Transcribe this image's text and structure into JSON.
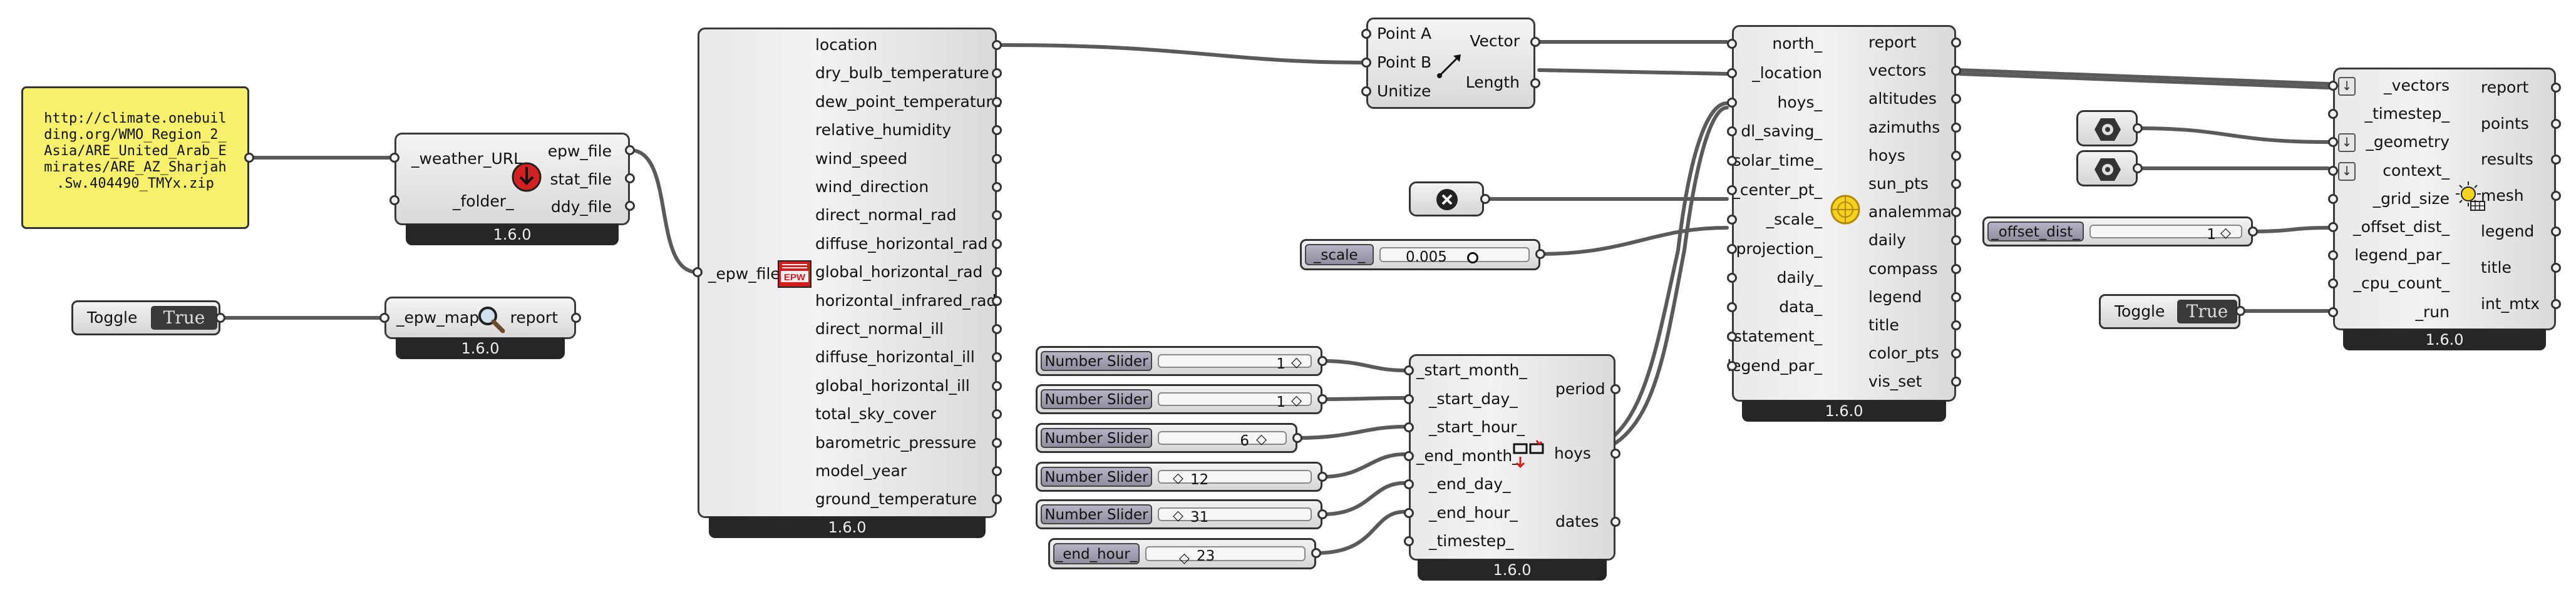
{
  "colors": {
    "wire": "#5a5a5a",
    "component_fill": "#e6e6e6",
    "version_bar": "#262626",
    "note_fill": "#f7f06a",
    "toggle_value": "#3a3a3a"
  },
  "url_note": {
    "lines": [
      "http://climate.onebuil",
      "ding.org/WMO_Region_2_",
      "Asia/ARE_United_Arab_E",
      "mirates/ARE_AZ_Sharjah",
      ".Sw.404490_TMYx.zip"
    ]
  },
  "download_weather": {
    "inputs": [
      "_weather_URL",
      "_folder_"
    ],
    "outputs": [
      "epw_file",
      "stat_file",
      "ddy_file"
    ],
    "version": "1.6.0",
    "icon": "download-weather-icon"
  },
  "toggle_1": {
    "label": "Toggle",
    "value": "True"
  },
  "epw_map": {
    "inputs": [
      "_epw_map"
    ],
    "outputs": [
      "report"
    ],
    "version": "1.6.0",
    "icon": "magnifier-icon"
  },
  "import_epw": {
    "inputs": [
      "_epw_file"
    ],
    "outputs": [
      "location",
      "dry_bulb_temperature",
      "dew_point_temperature",
      "relative_humidity",
      "wind_speed",
      "wind_direction",
      "direct_normal_rad",
      "diffuse_horizontal_rad",
      "global_horizontal_rad",
      "horizontal_infrared_rad",
      "direct_normal_ill",
      "diffuse_horizontal_ill",
      "global_horizontal_ill",
      "total_sky_cover",
      "barometric_pressure",
      "model_year",
      "ground_temperature"
    ],
    "version": "1.6.0",
    "icon": "epw-icon",
    "icon_text": "EPW"
  },
  "vector_2pt": {
    "inputs": [
      "Point A",
      "Point B",
      "Unitize"
    ],
    "outputs": [
      "Vector",
      "Length"
    ],
    "icon": "vector-arrow-icon"
  },
  "sunpath": {
    "inputs": [
      "north_",
      "_location",
      "hoys_",
      "dl_saving_",
      "solar_time_",
      "_center_pt_",
      "_scale_",
      "projection_",
      "daily_",
      "data_",
      "statement_",
      "legend_par_"
    ],
    "outputs": [
      "report",
      "vectors",
      "altitudes",
      "azimuths",
      "hoys",
      "sun_pts",
      "analemma",
      "daily",
      "compass",
      "legend",
      "title",
      "color_pts",
      "vis_set"
    ],
    "version": "1.6.0",
    "icon": "sunpath-icon"
  },
  "center_point": {
    "icon": "cross-circle-icon"
  },
  "scale_slider": {
    "label": "_scale_",
    "value": "0.005"
  },
  "number_sliders": [
    {
      "label": "Number Slider",
      "value": "1"
    },
    {
      "label": "Number Slider",
      "value": "1"
    },
    {
      "label": "Number Slider",
      "value": "6"
    },
    {
      "label": "Number Slider",
      "value": "12"
    },
    {
      "label": "Number Slider",
      "value": "31"
    }
  ],
  "end_hour_slider": {
    "label": "_end_hour_",
    "value": "23"
  },
  "analysis_period": {
    "inputs": [
      "_start_month_",
      "_start_day_",
      "_start_hour_",
      "_end_month_",
      "_end_day_",
      "_end_hour_",
      "_timestep_"
    ],
    "outputs": [
      "period",
      "hoys",
      "dates"
    ],
    "version": "1.6.0",
    "icon": "analysis-period-icon"
  },
  "geometry_params": [
    {
      "icon": "geometry-hex-icon"
    },
    {
      "icon": "context-hex-icon"
    }
  ],
  "offset_slider": {
    "label": "_offset_dist_",
    "value": "1"
  },
  "toggle_2": {
    "label": "Toggle",
    "value": "True"
  },
  "direct_sun": {
    "inputs": [
      "_vectors",
      "_timestep_",
      "_geometry",
      "context_",
      "_grid_size",
      "_offset_dist_",
      "legend_par_",
      "_cpu_count_",
      "_run"
    ],
    "outputs": [
      "report",
      "points",
      "results",
      "mesh",
      "legend",
      "title",
      "int_mtx"
    ],
    "version": "1.6.0",
    "icon": "direct-sun-icon"
  }
}
